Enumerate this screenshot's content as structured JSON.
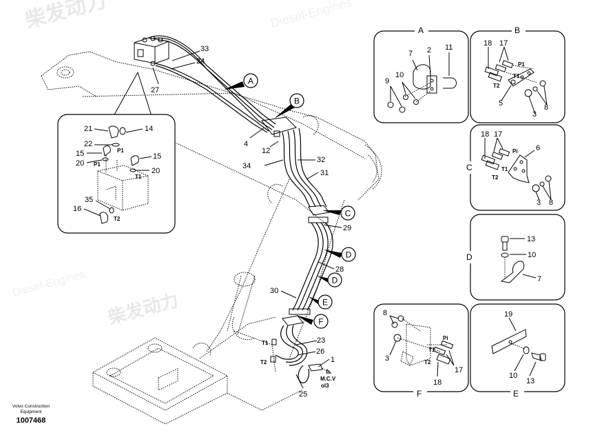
{
  "caption": {
    "maker_line1": "Volvo Construction",
    "maker_line2": "Equipment",
    "part_number": "1007468"
  },
  "watermark": {
    "cn": "柴发动力",
    "en": "Diesel-Engines"
  },
  "main_callouts": [
    "33",
    "24",
    "27",
    "4",
    "12",
    "34",
    "32",
    "31",
    "29",
    "28",
    "30",
    "23",
    "26",
    "1",
    "25"
  ],
  "main_refs": [
    "A",
    "B",
    "C",
    "D",
    "D",
    "E",
    "F"
  ],
  "main_port_labels": [
    "T1",
    "T2"
  ],
  "mcv_note": {
    "line1": "M.C.V",
    "line2": "ol3"
  },
  "inset_valve": {
    "callouts": [
      "21",
      "14",
      "22",
      "15",
      "20",
      "15",
      "20",
      "35",
      "16"
    ],
    "ports": [
      "P1",
      "P1",
      "T1",
      "T2"
    ]
  },
  "panels": {
    "A": {
      "title": "A",
      "callouts": [
        "7",
        "2",
        "11",
        "10",
        "9"
      ]
    },
    "B": {
      "title": "B",
      "callouts": [
        "18",
        "17",
        "5",
        "3",
        "8"
      ],
      "ports": [
        "P1",
        "T1",
        "T2"
      ]
    },
    "C": {
      "title": "C",
      "callouts": [
        "18",
        "17",
        "6",
        "3",
        "8"
      ],
      "ports": [
        "Pi",
        "T1",
        "T2"
      ]
    },
    "D": {
      "title": "D",
      "callouts": [
        "13",
        "10",
        "7"
      ]
    },
    "F": {
      "title": "F",
      "callouts": [
        "8",
        "3",
        "17",
        "18"
      ],
      "ports": [
        "Pi",
        "T1",
        "T2"
      ]
    },
    "E": {
      "title": "E",
      "callouts": [
        "19",
        "10",
        "13"
      ]
    }
  }
}
